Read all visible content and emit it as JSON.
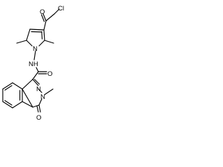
{
  "molecule": {
    "atoms": {
      "chlorine": "Cl",
      "ketone_oxygen": "O",
      "pyrrole_nitrogen": "N",
      "amine_nh": "NH",
      "amide_oxygen": "O",
      "ring_nitrogen_1": "N",
      "ring_nitrogen_2": "N",
      "lactam_oxygen": "O"
    }
  }
}
